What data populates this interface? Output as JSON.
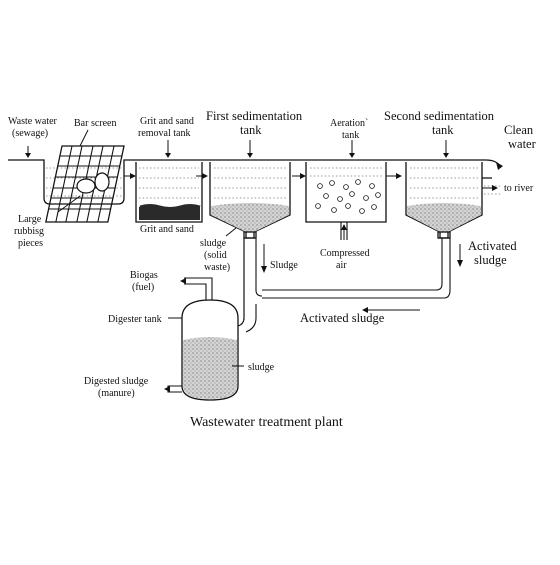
{
  "labels": {
    "waste_water": "Waste water",
    "sewage": "(sewage)",
    "bar_screen": "Bar screen",
    "grit_tank_1": "Grit and sand",
    "grit_tank_2": "removal tank",
    "first_sed_1": "First sedimentation",
    "first_sed_2": "tank",
    "aeration_1": "Aeration`",
    "aeration_2": "tank",
    "second_sed_1": "Second sedimentation",
    "second_sed_2": "tank",
    "clean_water_1": "Clean",
    "clean_water_2": "water",
    "to_river": "to river",
    "large_1": "Large",
    "large_2": "rubbisg",
    "large_3": "pieces",
    "grit_and_sand": "Grit and sand",
    "sludge_solid_1": "sludge",
    "sludge_solid_2": "(solid",
    "sludge_solid_3": "waste)",
    "sludge_arrow": "Sludge",
    "compressed_1": "Compressed",
    "compressed_2": "air",
    "activated_right_1": "Activated",
    "activated_right_2": "sludge",
    "activated_pipe": "Activated sludge",
    "biogas_1": "Biogas",
    "biogas_2": "(fuel)",
    "digester_tank": "Digester tank",
    "sludge_digester": "sludge",
    "digested_1": "Digested sludge",
    "digested_2": "(manure)",
    "title": "Wastewater treatment plant"
  }
}
